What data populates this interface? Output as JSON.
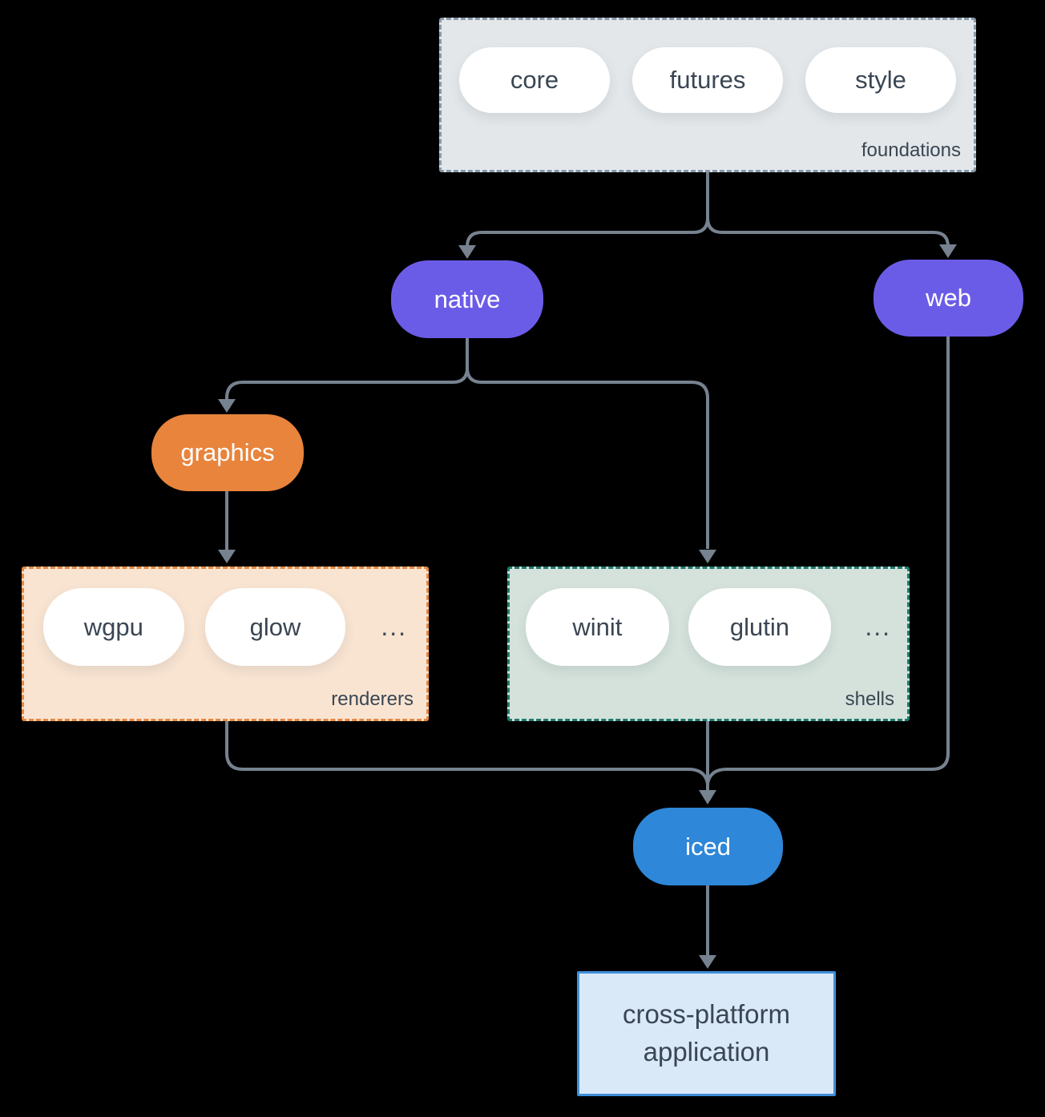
{
  "diagram": {
    "foundations": {
      "label": "foundations",
      "pills": {
        "core": "core",
        "futures": "futures",
        "style": "style"
      }
    },
    "native": {
      "label": "native"
    },
    "web": {
      "label": "web"
    },
    "graphics": {
      "label": "graphics"
    },
    "renderers": {
      "label": "renderers",
      "pills": {
        "wgpu": "wgpu",
        "glow": "glow"
      },
      "ellipsis": "..."
    },
    "shells": {
      "label": "shells",
      "pills": {
        "winit": "winit",
        "glutin": "glutin"
      },
      "ellipsis": "..."
    },
    "iced": {
      "label": "iced"
    },
    "application": {
      "line1": "cross-platform",
      "line2": "application"
    }
  },
  "colors": {
    "background": "#000000",
    "connector": "#76828f",
    "foundations_fill": "#e3e7ea",
    "foundations_border": "#8899aa",
    "renderers_fill": "#f9e4d2",
    "renderers_border": "#e8883f",
    "shells_fill": "#d4e2db",
    "shells_border": "#1f7a6a",
    "native_web_fill": "#6b5ce8",
    "graphics_fill": "#e8843c",
    "iced_fill": "#2e87d8",
    "application_fill": "#d9e9f8",
    "application_border": "#3f8fd9",
    "dark_text": "#3a4653",
    "light_text": "#ffffff"
  }
}
